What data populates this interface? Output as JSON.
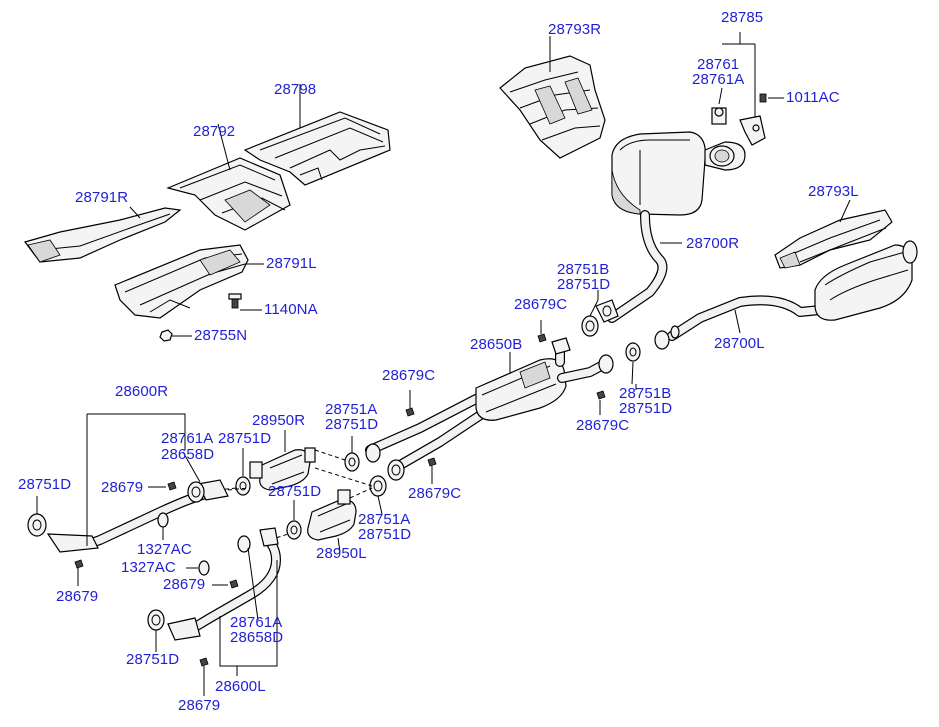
{
  "labels": {
    "p28793R": "28793R",
    "p28785": "28785",
    "p28761": "28761",
    "p28761A_top": "28761A",
    "p1011AC": "1011AC",
    "p28798": "28798",
    "p28792": "28792",
    "p28791R": "28791R",
    "p28791L": "28791L",
    "p1140NA": "1140NA",
    "p28755N": "28755N",
    "p28700R": "28700R",
    "p28793L": "28793L",
    "p28751B_top": "28751B",
    "p28751D_top": "28751D",
    "p28679C_top": "28679C",
    "p28650B": "28650B",
    "p28700L": "28700L",
    "p28751B_right": "28751B",
    "p28751D_right": "28751D",
    "p28679C_right": "28679C",
    "p28679C_mid": "28679C",
    "p28600R": "28600R",
    "p28751A_mid": "28751A",
    "p28751D_mid": "28751D",
    "p28950R": "28950R",
    "p28751D_c": "28751D",
    "p28761A_mid": "28761A",
    "p28658D_mid": "28658D",
    "p28679C_low": "28679C",
    "p28751D_left": "28751D",
    "p28679_a": "28679",
    "p28751D_d": "28751D",
    "p28751A_low": "28751A",
    "p28751D_low": "28751D",
    "p1327AC_a": "1327AC",
    "p1327AC_b": "1327AC",
    "p28950L": "28950L",
    "p28679_b": "28679",
    "p28679_c": "28679",
    "p28761A_bot": "28761A",
    "p28658D_bot": "28658D",
    "p28751D_bot": "28751D",
    "p28600L": "28600L",
    "p28679_d": "28679"
  },
  "colors": {
    "label": "#1f1fd6",
    "line": "#000000",
    "part_fill": "#f4f4f4"
  }
}
